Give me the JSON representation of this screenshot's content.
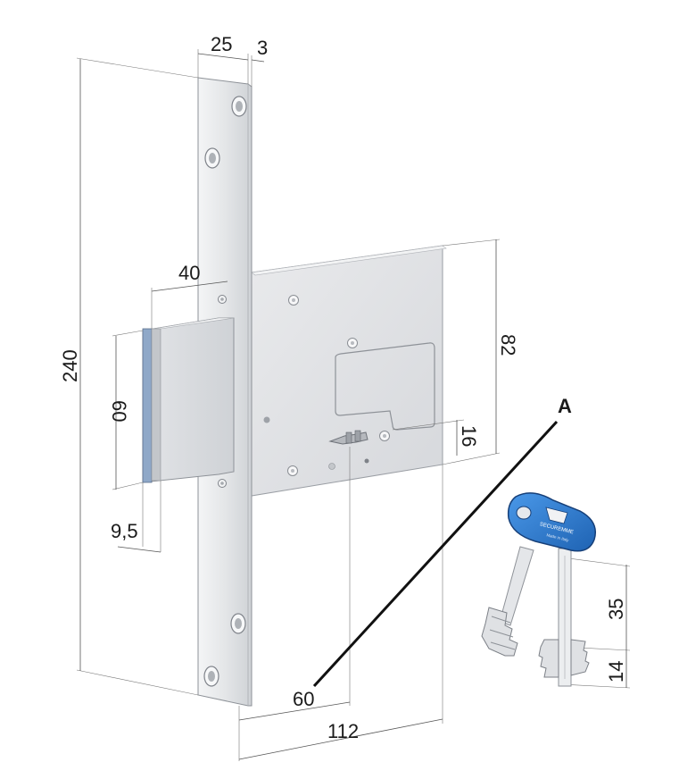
{
  "dimensions": {
    "faceplate_width": "25",
    "faceplate_thickness": "3",
    "height_total": "240",
    "bolt_projection": "40",
    "bolt_height": "60",
    "bolt_offset": "9,5",
    "case_height": "82",
    "key_offset": "16",
    "backset": "60",
    "case_depth": "112",
    "key_length": "35",
    "key_blade": "14"
  },
  "callout_label": "A",
  "key_brand": "SECUREMME",
  "key_origin": "Made in Italy",
  "colors": {
    "metal": "#e6e8ea",
    "metal_dark": "#c9ccd0",
    "key_head": "#2f7fd6",
    "key_head_dark": "#1a5aa8"
  }
}
